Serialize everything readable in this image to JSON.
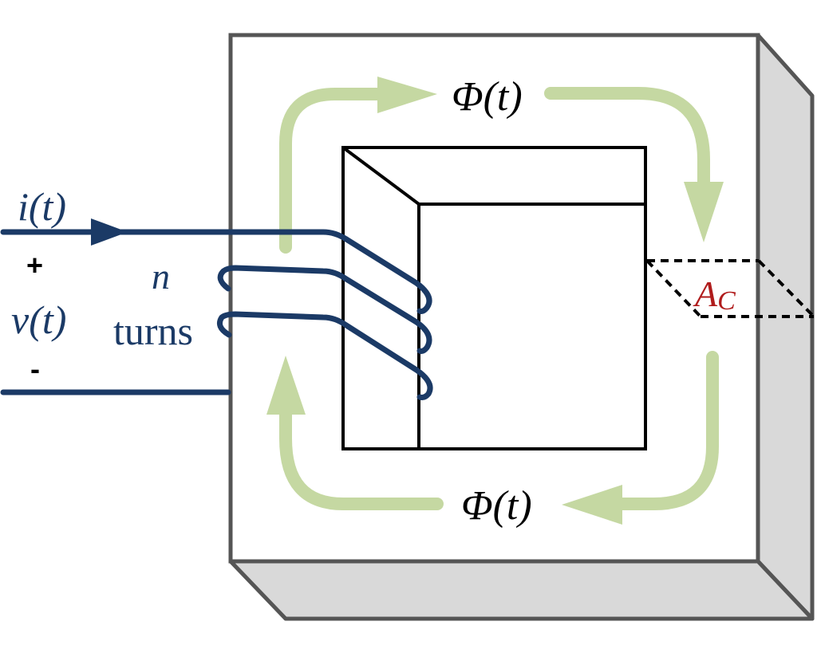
{
  "labels": {
    "current": "i(t)",
    "plus": "+",
    "voltage": "v(t)",
    "minus": "-",
    "turns_n": "n",
    "turns_word": "turns",
    "flux_top": "Φ(t)",
    "flux_bottom": "Φ(t)",
    "area_main": "A",
    "area_sub": "C"
  },
  "colors": {
    "wire": "#1b3a66",
    "flux_arrow": "#c5d8a2",
    "core_outline": "#555555",
    "core_side": "#d9d9d9",
    "window_outline": "#000000",
    "area_label": "#b01c1c",
    "text": "#000000"
  }
}
